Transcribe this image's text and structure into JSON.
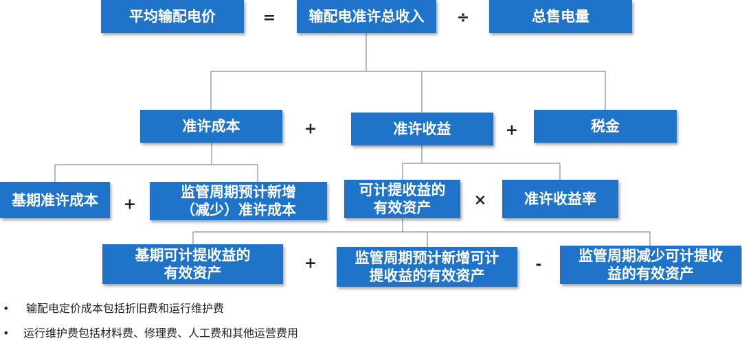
{
  "formula": {
    "avg_price": "平均输配电价",
    "eq": "=",
    "revenue": "输配电准许总收入",
    "div": "÷",
    "sales": "总售电量"
  },
  "level2": {
    "cost": "准许成本",
    "plus1": "+",
    "profit": "准许收益",
    "plus2": "+",
    "tax": "税金"
  },
  "level3": {
    "base_cost": "基期准许成本",
    "plus": "+",
    "new_cost": "监管周期预计新增\n（减少）准许成本",
    "assets": "可计提收益的\n有效资产",
    "times": "×",
    "rate": "准许收益率"
  },
  "level4": {
    "base_assets": "基期可计提收益的\n有效资产",
    "plus": "+",
    "new_assets": "监管周期预计新增可计\n提收益的有效资产",
    "minus": "-",
    "reduced_assets": "监管周期减少可计提收\n益的有效资产"
  },
  "notes": [
    {
      "bullet": "•",
      "text": "输配电定价成本包括折旧费和运行维护费"
    },
    {
      "bullet": "•",
      "text": "运行维护费包括材料费、修理费、人工费和其他运营费用"
    }
  ],
  "colors": {
    "box": "#1f73c8",
    "line": "#7f8c99"
  }
}
